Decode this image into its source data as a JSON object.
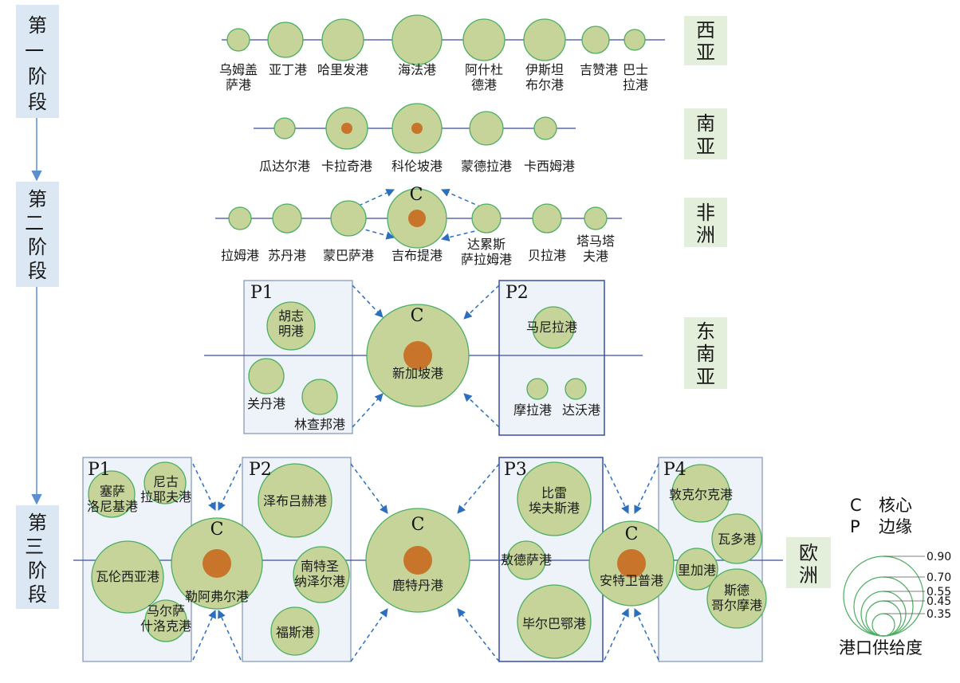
{
  "stages": [
    "第一阶段",
    "第二阶段",
    "第三阶段"
  ],
  "regions": {
    "west_asia": "西亚",
    "south_asia": "南亚",
    "africa": "非洲",
    "southeast_asia": "东南亚",
    "europe": "欧洲"
  },
  "markers": {
    "core": "C",
    "p1": "P1",
    "p2": "P2",
    "p3": "P3",
    "p4": "P4"
  },
  "ports": {
    "west_asia": [
      {
        "name": "乌姆盖\n萨港",
        "supply": 0.35,
        "core": false
      },
      {
        "name": "亚丁港",
        "supply": 0.55,
        "core": false
      },
      {
        "name": "哈里发港",
        "supply": 0.7,
        "core": false
      },
      {
        "name": "海法港",
        "supply": 0.9,
        "core": false
      },
      {
        "name": "阿什杜\n德港",
        "supply": 0.7,
        "core": false
      },
      {
        "name": "伊斯坦\n布尔港",
        "supply": 0.7,
        "core": false
      },
      {
        "name": "吉赞港",
        "supply": 0.45,
        "core": false
      },
      {
        "name": "巴士\n拉港",
        "supply": 0.35,
        "core": false
      }
    ],
    "south_asia": [
      {
        "name": "瓜达尔港",
        "supply": 0.35,
        "core": false
      },
      {
        "name": "卡拉奇港",
        "supply": 0.7,
        "core": true
      },
      {
        "name": "科伦坡港",
        "supply": 0.9,
        "core": true
      },
      {
        "name": "蒙德拉港",
        "supply": 0.55,
        "core": false
      },
      {
        "name": "卡西姆港",
        "supply": 0.35,
        "core": false
      }
    ],
    "africa": [
      {
        "name": "拉姆港",
        "supply": 0.35,
        "core": false
      },
      {
        "name": "苏丹港",
        "supply": 0.45,
        "core": false
      },
      {
        "name": "蒙巴萨港",
        "supply": 0.55,
        "core": false
      },
      {
        "name": "吉布提港",
        "supply": 0.9,
        "core": true
      },
      {
        "name": "达累斯\n萨拉姆港",
        "supply": 0.45,
        "core": false
      },
      {
        "name": "贝拉港",
        "supply": 0.45,
        "core": false
      },
      {
        "name": "塔马塔\n夫港",
        "supply": 0.35,
        "core": false
      }
    ],
    "southeast_asia": [
      {
        "name": "胡志\n明港",
        "supply": 0.7
      },
      {
        "name": "关丹港",
        "supply": 0.55
      },
      {
        "name": "林查邦港",
        "supply": 0.55
      },
      {
        "name": "新加坡港",
        "supply": 0.9,
        "core": true
      },
      {
        "name": "马尼拉港",
        "supply": 0.55
      },
      {
        "name": "摩拉港",
        "supply": 0.35
      },
      {
        "name": "达沃港",
        "supply": 0.35
      }
    ],
    "europe": [
      {
        "name": "塞萨\n洛尼基港",
        "supply": 0.55
      },
      {
        "name": "尼古\n拉耶夫港",
        "supply": 0.45
      },
      {
        "name": "瓦伦西亚港",
        "supply": 0.9
      },
      {
        "name": "马尔萨\n什洛克港",
        "supply": 0.45
      },
      {
        "name": "勒阿弗尔港",
        "supply": 0.9,
        "core": true
      },
      {
        "name": "泽布吕赫港",
        "supply": 0.9
      },
      {
        "name": "南特圣\n纳泽尔港",
        "supply": 0.7
      },
      {
        "name": "福斯港",
        "supply": 0.55
      },
      {
        "name": "鹿特丹港",
        "supply": 0.9,
        "core": true
      },
      {
        "name": "比雷\n埃夫斯港",
        "supply": 0.9
      },
      {
        "name": "敖德萨港",
        "supply": 0.55
      },
      {
        "name": "毕尔巴鄂港",
        "supply": 0.9
      },
      {
        "name": "安特卫普港",
        "supply": 0.9,
        "core": true
      },
      {
        "name": "敦克尔克港",
        "supply": 0.7
      },
      {
        "name": "瓦多港",
        "supply": 0.55
      },
      {
        "name": "里加港",
        "supply": 0.55
      },
      {
        "name": "斯德\n哥尔摩港",
        "supply": 0.7
      }
    ]
  },
  "legend": {
    "core_letter": "C",
    "core_label": "核心",
    "edge_letter": "P",
    "edge_label": "边缘",
    "title": "港口供给度",
    "values": [
      "0.90",
      "0.70",
      "0.55",
      "0.45",
      "0.35"
    ]
  },
  "colors": {
    "circle_fill": "#c6d49a",
    "circle_stroke": "#4cae61",
    "core_dot": "#c8742a",
    "axis_line": "#3b4ea0",
    "arrow": "#2d6fbf",
    "box_fill": "#eef3f9",
    "box_stroke": "#7f93b8",
    "stage_fill": "#dbe7f3",
    "region_fill": "#e3eedb"
  }
}
